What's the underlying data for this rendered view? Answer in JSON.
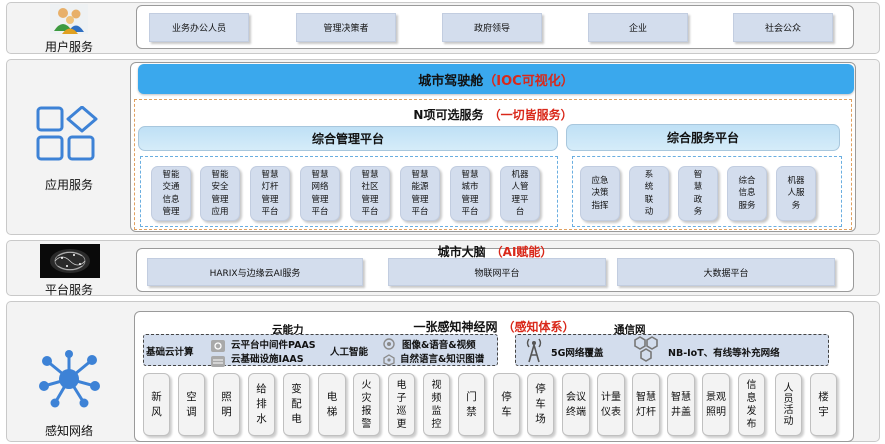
{
  "colors": {
    "accent_red": "#d9281a",
    "ioc_blue": "#39a7ec",
    "chip_blue": "#d3dded",
    "network_blue": "#3d82d6"
  },
  "user_layer": {
    "label": "用户服务",
    "icon": "user-group-icon",
    "items": [
      "业务办公人员",
      "管理决策者",
      "政府领导",
      "企业",
      "社会公众"
    ]
  },
  "app_layer": {
    "label": "应用服务",
    "icon": "app-grid-icon",
    "ioc": {
      "title": "城市驾驶舱",
      "highlight": "（IOC可视化）"
    },
    "n_services": {
      "title": "N项可选服务",
      "highlight": "（一切皆服务）"
    },
    "mgmt_platform": {
      "title": "综合管理平台",
      "items": [
        "智能\n交通\n信息\n管理",
        "智能\n安全\n管理\n应用",
        "智慧\n灯杆\n管理\n平台",
        "智慧\n网络\n管理\n平台",
        "智慧\n社区\n管理\n平台",
        "智慧\n能源\n管理\n平台",
        "智慧\n城市\n管理\n平台",
        "机器\n人管\n理平\n台"
      ]
    },
    "service_platform": {
      "title": "综合服务平台",
      "items": [
        "应急\n决策\n指挥",
        "系\n统\n联\n动",
        "智\n慧\n政\n务",
        "综合\n信息\n服务",
        "机器\n人服\n务"
      ]
    }
  },
  "platform_layer": {
    "label": "平台服务",
    "icon": "ai-brain-icon",
    "title": "城市大脑",
    "highlight": "（AI赋能）",
    "items": [
      "HARIX与边缘云AI服务",
      "物联网平台",
      "大数据平台"
    ]
  },
  "sensing_layer": {
    "label": "感知网络",
    "icon": "network-node-icon",
    "title": "一张感知神经网",
    "highlight": "（感知体系）",
    "cloud": {
      "title": "云能力",
      "basic": "基础云计算",
      "paas": "云平台中间件PAAS",
      "iaas": "云基础设施IAAS",
      "ai": "人工智能",
      "image_voice": "图像&语音&视频",
      "nlp": "自然语言&知识图谱"
    },
    "comm": {
      "title": "通信网",
      "five_g": "5G网络覆盖",
      "nbiot": "NB-IoT、有线等补充网络"
    },
    "devices": [
      "新\n风",
      "空\n调",
      "照\n明",
      "给\n排\n水",
      "变\n配\n电",
      "电\n梯",
      "火\n灾\n报\n警",
      "电\n子\n巡\n更",
      "视\n频\n监\n控",
      "门\n禁",
      "停\n车",
      "停\n车\n场",
      "会议\n终端",
      "计量\n仪表",
      "智慧\n灯杆",
      "智慧\n井盖",
      "景观\n照明",
      "信\n息\n发\n布",
      "人\n员\n活\n动",
      "楼\n宇"
    ]
  }
}
